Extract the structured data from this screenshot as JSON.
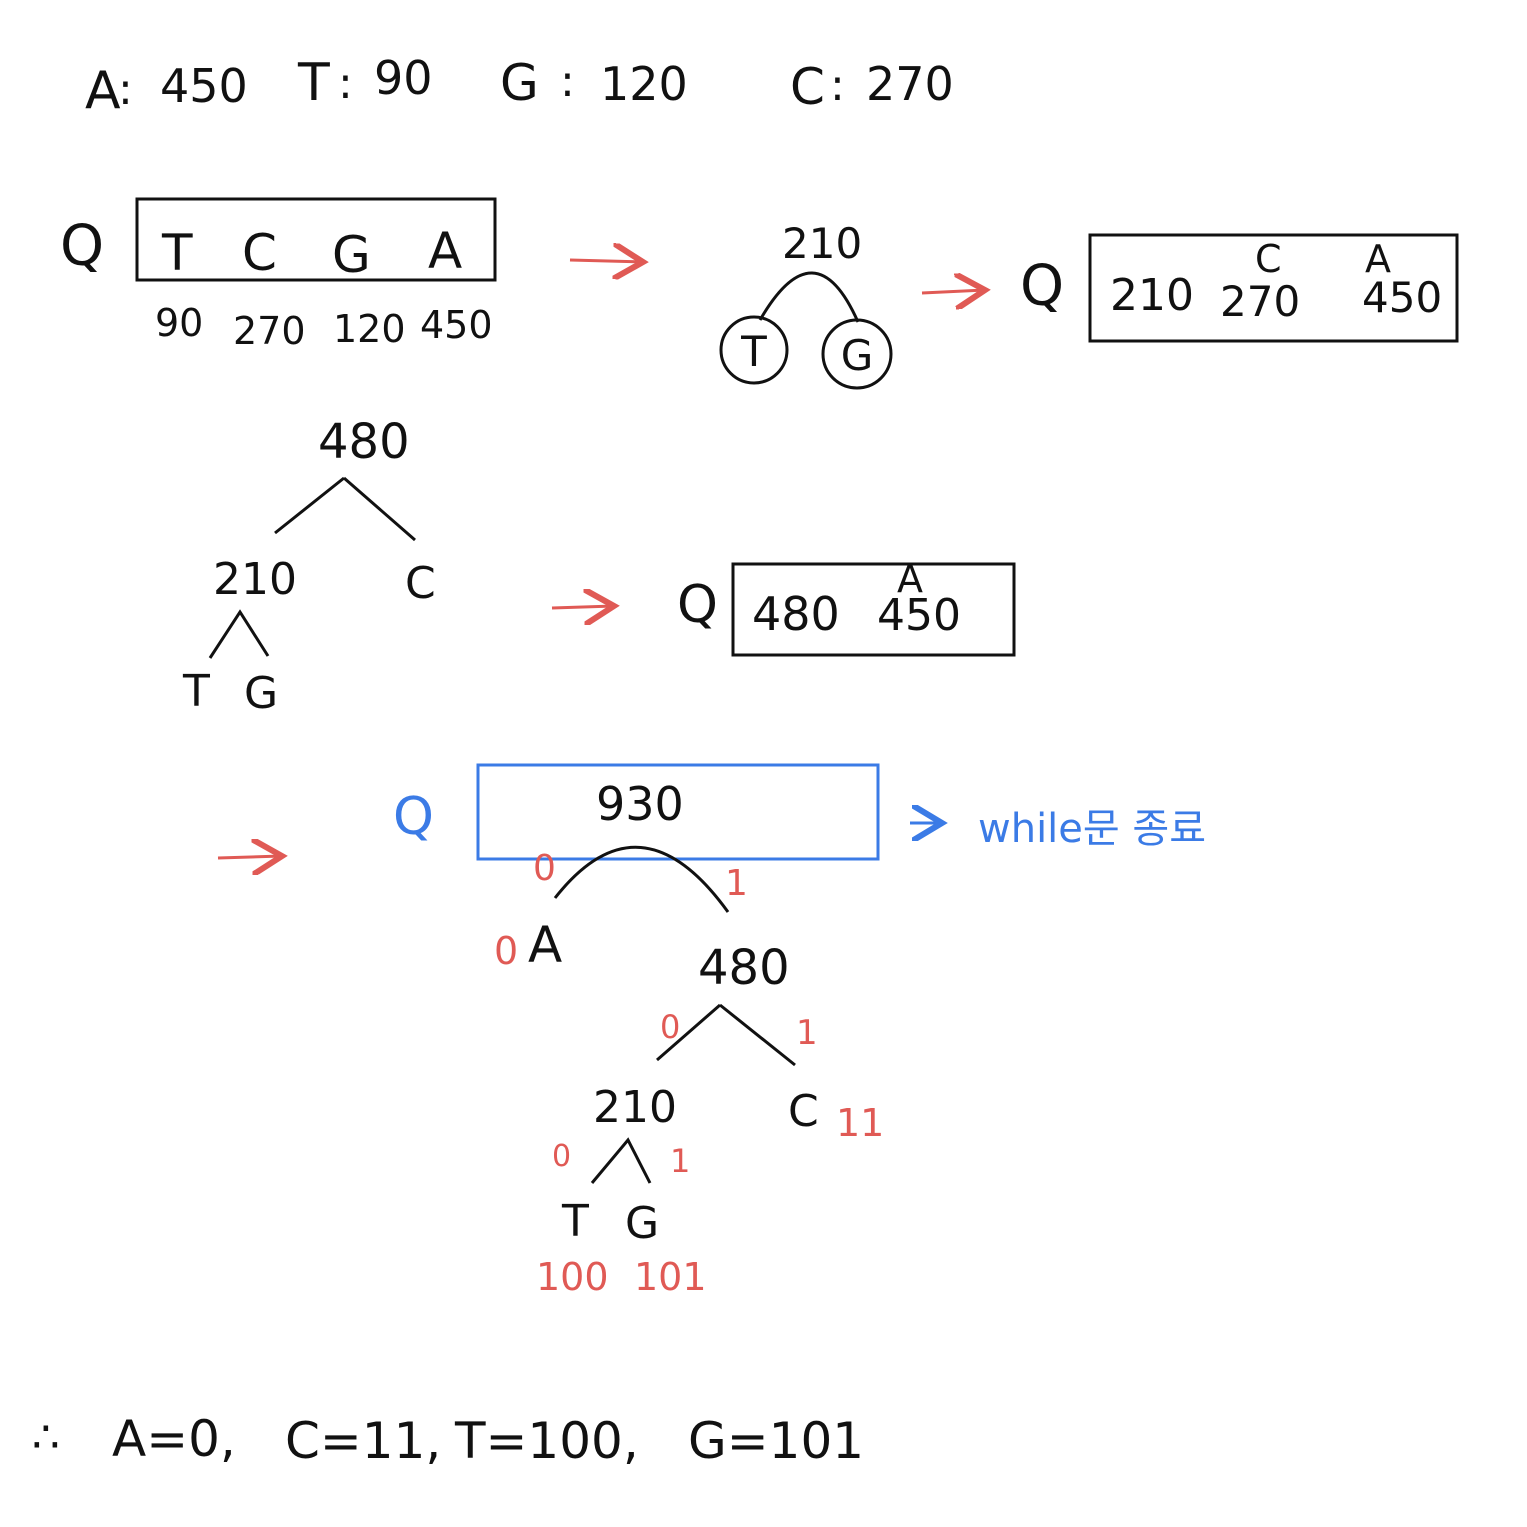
{
  "frequencies": [
    {
      "symbol": "A",
      "count": "450"
    },
    {
      "symbol": "T",
      "count": "90"
    },
    {
      "symbol": "G",
      "count": "120"
    },
    {
      "symbol": "C",
      "count": "270"
    }
  ],
  "queue_label": "Q",
  "step1": {
    "queue_symbols": [
      "T",
      "C",
      "G",
      "A"
    ],
    "queue_counts": [
      "90",
      "270",
      "120",
      "450"
    ]
  },
  "step2": {
    "node_sum": "210",
    "children": [
      "T",
      "G"
    ],
    "queue": {
      "values": [
        "210",
        "270",
        "450"
      ],
      "symbols_above": [
        "",
        "C",
        "A"
      ]
    }
  },
  "step3": {
    "root": "480",
    "left": "210",
    "right": "C",
    "leaves": [
      "T",
      "G"
    ],
    "queue": {
      "values": [
        "480",
        "450"
      ],
      "symbols_above": [
        "",
        "A"
      ]
    }
  },
  "step4": {
    "queue_value": "930",
    "loop_note": "while문 종료",
    "tree": {
      "left_leaf": "A",
      "mid_node": "480",
      "inner_node": "210",
      "right_leaf": "C",
      "leaves": [
        "T",
        "G"
      ]
    },
    "edge_bits": {
      "root_left": "0",
      "root_right": "1",
      "mid_left": "0",
      "mid_right": "1",
      "inner_left": "0",
      "inner_right": "1"
    },
    "codes": {
      "A": "0",
      "C": "11",
      "T": "100",
      "G": "101"
    }
  },
  "conclusion": {
    "therefore": "∴",
    "items": [
      "A=0,",
      "C=11,",
      "T=100,",
      "G=101"
    ]
  },
  "colors": {
    "ink": "#111111",
    "arrow": "#e05a55",
    "bits": "#e05a55",
    "highlight": "#3b7be6"
  }
}
